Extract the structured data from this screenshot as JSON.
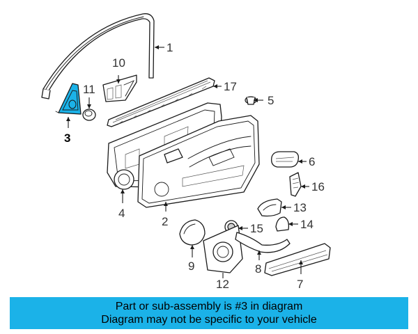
{
  "diagram": {
    "highlight_color": "#1bb2e8",
    "callouts": [
      "1",
      "2",
      "3",
      "4",
      "5",
      "6",
      "7",
      "8",
      "9",
      "10",
      "11",
      "12",
      "13",
      "14",
      "15",
      "16",
      "17"
    ],
    "highlighted_part": "3"
  },
  "banner": {
    "background": "#1bb2e8",
    "line1": "Part or sub-assembly is #3 in diagram",
    "line2": "Diagram may not be specific to your vehicle"
  }
}
